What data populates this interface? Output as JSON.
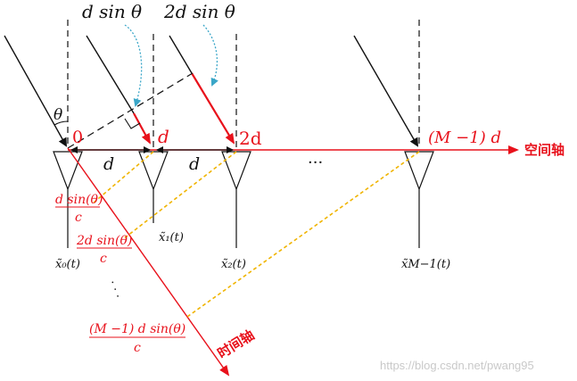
{
  "labels": {
    "path_diff_1": "d sin θ",
    "path_diff_2": "2d sin θ",
    "angle": "θ",
    "pos_0": "0",
    "pos_d": "d",
    "pos_2d": "2d",
    "pos_last": "(M −1) d",
    "spacing_1": "d",
    "spacing_2": "d",
    "ellipsis": "···",
    "space_axis": "空间轴",
    "time_axis": "时间轴",
    "delay_1_num": "d sin(θ)",
    "delay_1_den": "c",
    "delay_2_num": "2d sin(θ)",
    "delay_2_den": "c",
    "delay_dots": "·  ·  ·",
    "delay_m_num": "(M −1) d sin(θ)",
    "delay_m_den": "c",
    "signal_0": "x̃₀(t)",
    "signal_1": "x̃₁(t)",
    "signal_2": "x̃₂(t)",
    "signal_m": "x̃M−1(t)",
    "watermark": "https://blog.csdn.net/pwang95"
  },
  "colors": {
    "red": "#e8111b",
    "black": "#111111",
    "teal": "#3aa6c8",
    "orange": "#f0b400",
    "watermark": "#c9c9c9"
  }
}
